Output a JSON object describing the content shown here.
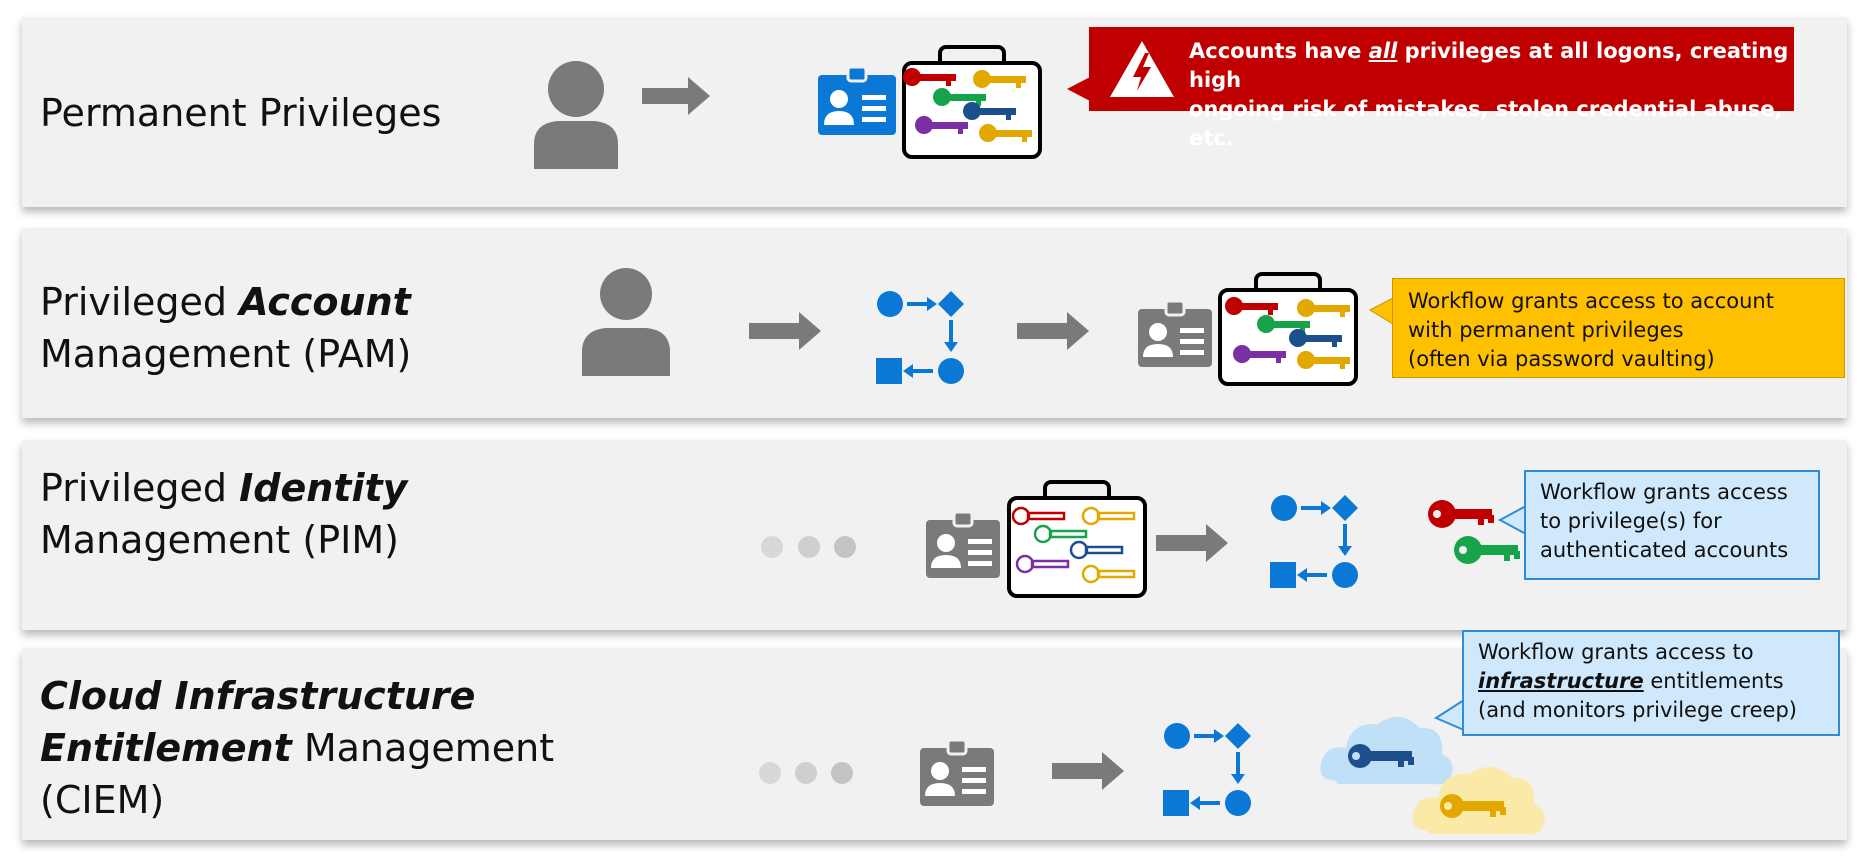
{
  "rows": [
    {
      "title": "Permanent Privileges",
      "callout": {
        "pre": "Accounts have ",
        "emph": "all",
        "post": " privileges at all logons, creating high",
        "line2": "ongoing risk of mistakes, stolen credential abuse, etc."
      }
    },
    {
      "title_pre": "Privileged ",
      "title_emph": "Account",
      "title_line2": "Management (PAM)",
      "callout": {
        "line1": "Workflow grants access to account",
        "line2": "with permanent privileges",
        "line3": "(often via password vaulting)"
      }
    },
    {
      "title_pre": "Privileged ",
      "title_emph": "Identity",
      "title_line2": "Management (PIM)",
      "callout": {
        "line1": "Workflow grants access",
        "line2": "to privilege(s) for",
        "line3": "authenticated accounts"
      }
    },
    {
      "title_emph1": "Cloud Infrastructure",
      "title_emph2": "Entitlement",
      "title_rest": " Management",
      "title_line3": "(CIEM)",
      "callout": {
        "line1": "Workflow grants access to",
        "emph": "infrastructure",
        "line2_post": " entitlements",
        "line3": "(and monitors privilege creep)"
      }
    }
  ],
  "colors": {
    "row_bg": "#f1f1f1",
    "alert_red": "#c00000",
    "amber": "#ffc000",
    "light_blue": "#cfe8fb",
    "workflow_blue": "#0a78d4",
    "gray_icon": "#7a7a7a",
    "key_red": "#c00000",
    "key_green": "#17a34a",
    "key_gold": "#e3a800",
    "key_navy": "#1c4f8c",
    "key_purple": "#7a2fa3"
  },
  "icons": [
    "person-icon",
    "arrow-icon",
    "id-badge-icon",
    "key-briefcase-icon",
    "warning-icon",
    "workflow-icon",
    "ellipsis-icon",
    "key-icon",
    "cloud-key-icon"
  ]
}
